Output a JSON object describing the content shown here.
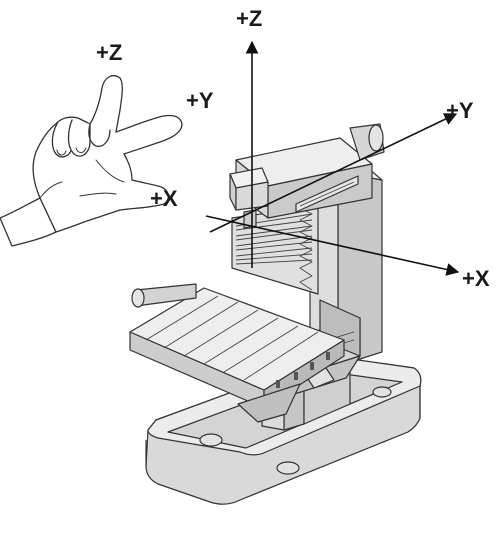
{
  "labels": {
    "hand_z": "+Z",
    "hand_y": "+Y",
    "hand_x": "+X",
    "axis_z": "+Z",
    "axis_y": "+Y",
    "axis_x": "+X"
  },
  "colors": {
    "metal_light": "#e6e6e6",
    "metal_mid": "#cfcfcf",
    "metal_dark": "#9a9a9a",
    "line": "#333333",
    "axis": "#111111"
  }
}
